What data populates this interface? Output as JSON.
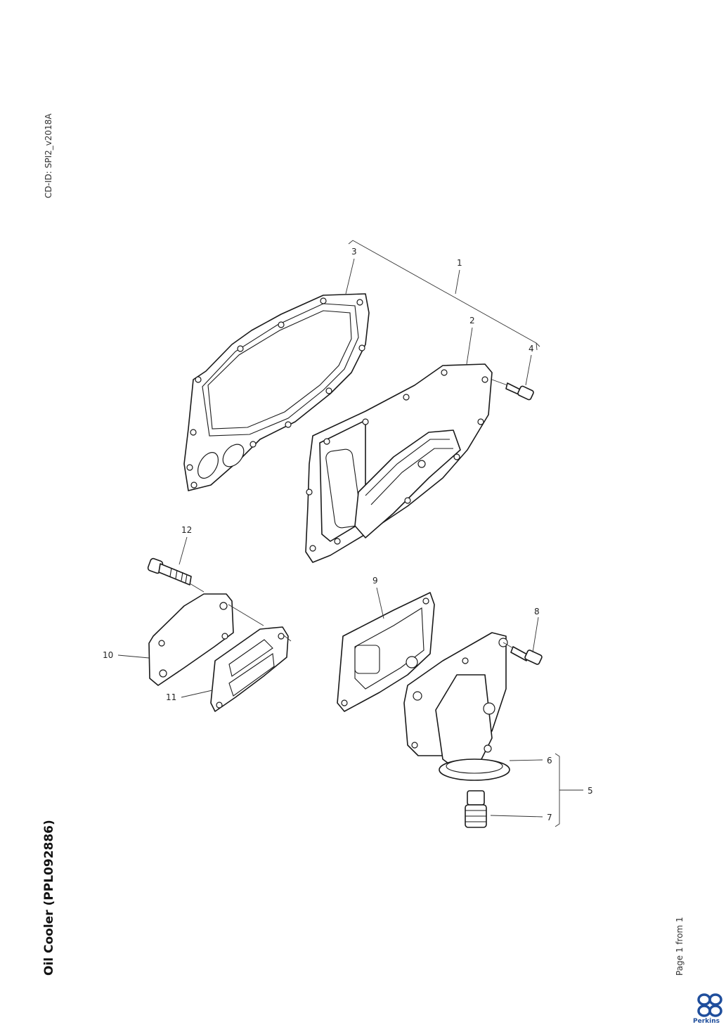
{
  "document": {
    "cd_id": "CD-ID: SPI2_v2018A",
    "title": "Oil Cooler (PPL092886)",
    "page_info": "Page 1 from 1",
    "brand": "Perkins"
  },
  "colors": {
    "brand_blue": "#1f4e9c",
    "line": "#1a1a1a"
  },
  "callouts": {
    "c1": "1",
    "c2": "2",
    "c3": "3",
    "c4": "4",
    "c5": "5",
    "c6": "6",
    "c7": "7",
    "c8": "8",
    "c9": "9",
    "c10": "10",
    "c11": "11",
    "c12": "12"
  },
  "icons": {
    "logo": "perkins-logo-icon"
  }
}
